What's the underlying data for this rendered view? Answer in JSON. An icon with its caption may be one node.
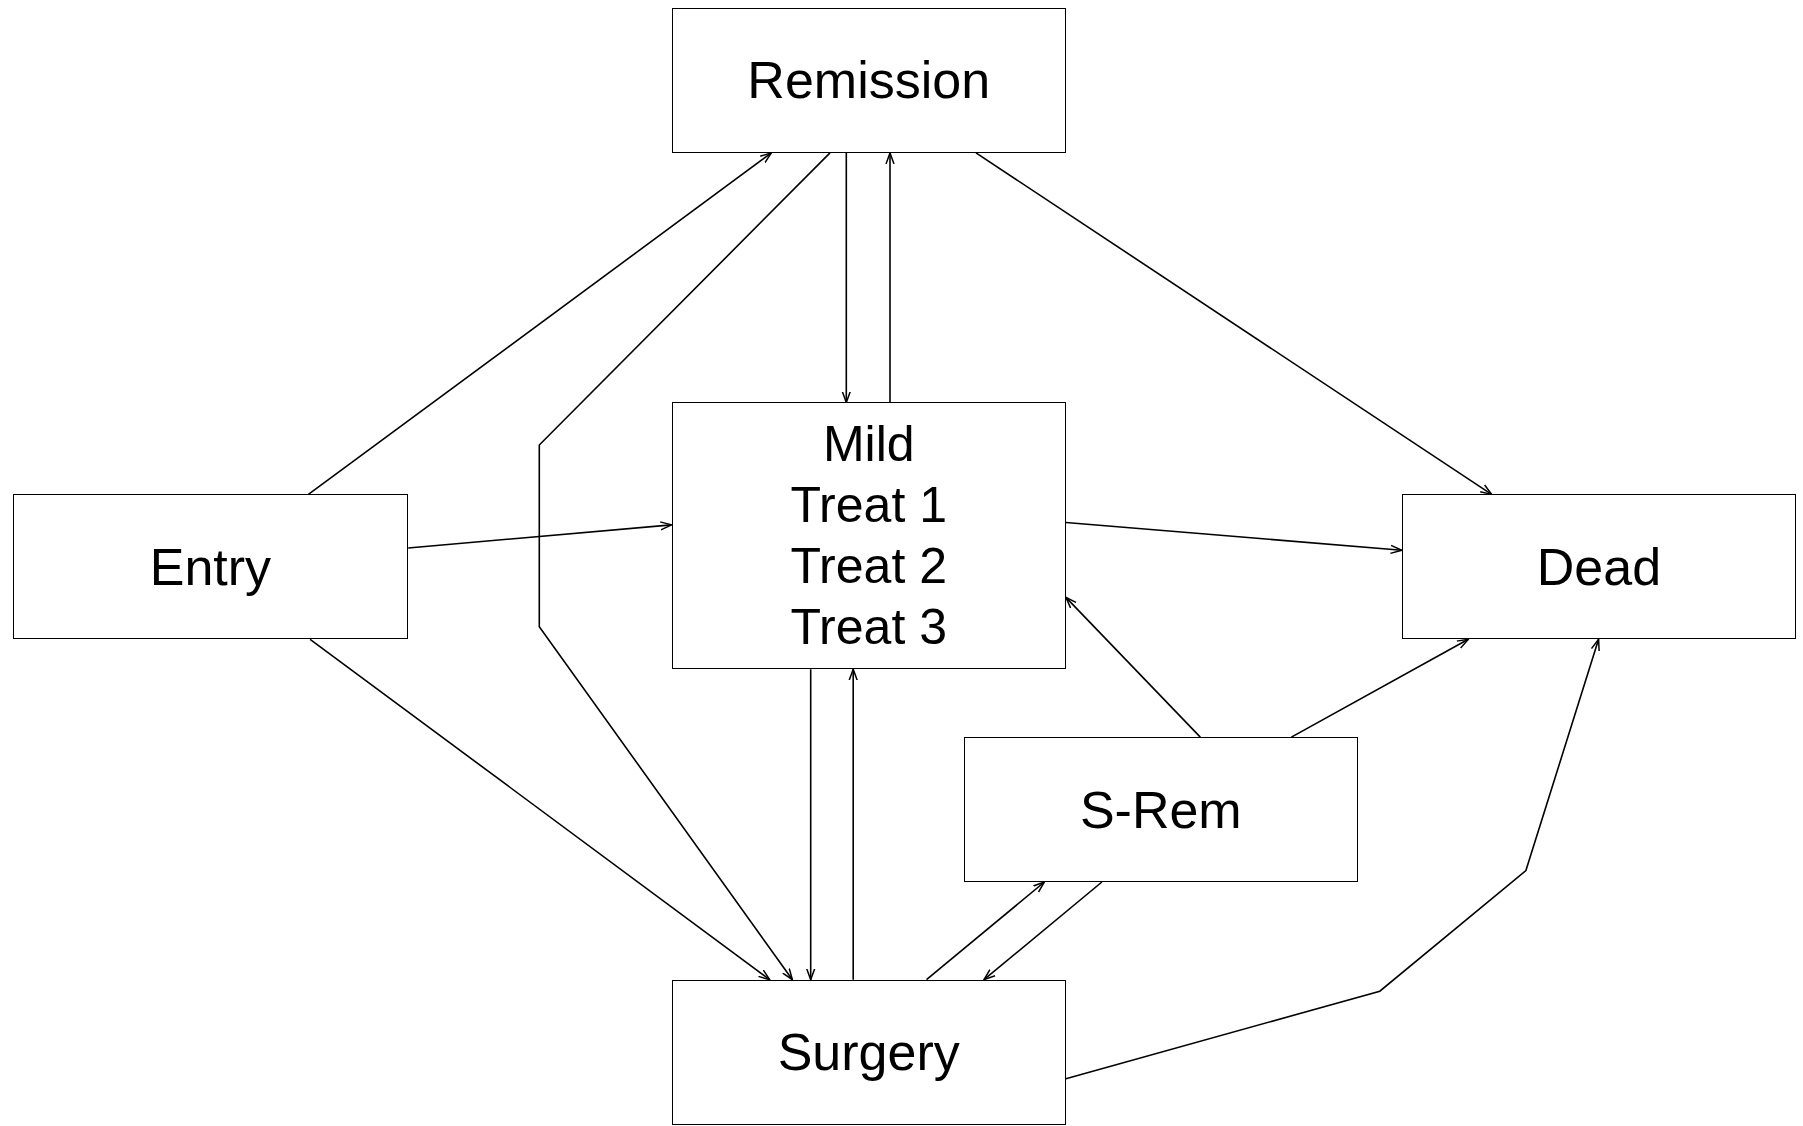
{
  "diagram": {
    "nodes": [
      {
        "text": [
          "Remission"
        ]
      },
      {
        "text": [
          "Entry"
        ]
      },
      {
        "text": [
          "Mild",
          "Treat 1",
          "Treat 2",
          "Treat 3"
        ]
      },
      {
        "text": [
          "Dead"
        ]
      },
      {
        "text": [
          "S-Rem"
        ]
      },
      {
        "text": [
          "Surgery"
        ]
      }
    ],
    "edges": [
      {
        "from": 1,
        "to": 0,
        "arrow": "to"
      },
      {
        "from": 0,
        "to": 5,
        "arrow": "to"
      },
      {
        "from": 0,
        "to": 2,
        "arrow": "to"
      },
      {
        "from": 2,
        "to": 0,
        "arrow": "to"
      },
      {
        "from": 0,
        "to": 3,
        "arrow": "to"
      },
      {
        "from": 1,
        "to": 2,
        "arrow": "to"
      },
      {
        "from": 2,
        "to": 3,
        "arrow": "to"
      },
      {
        "from": 1,
        "to": 5,
        "arrow": "to"
      },
      {
        "from": 2,
        "to": 5,
        "arrow": "to"
      },
      {
        "from": 5,
        "to": 2,
        "arrow": "to"
      },
      {
        "from": 4,
        "to": 2,
        "arrow": "to"
      },
      {
        "from": 4,
        "to": 3,
        "arrow": "to"
      },
      {
        "from": 5,
        "to": 4,
        "arrow": "to"
      },
      {
        "from": 4,
        "to": 5,
        "arrow": "to"
      },
      {
        "from": 5,
        "to": 3,
        "arrow": "to"
      }
    ]
  }
}
